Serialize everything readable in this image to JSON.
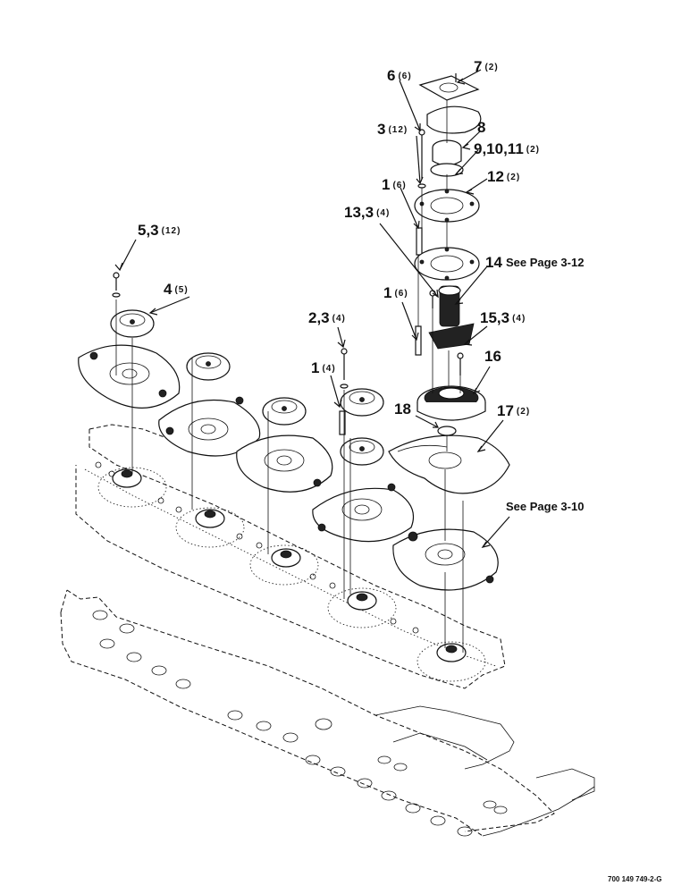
{
  "callouts": [
    {
      "num": "1",
      "qty": "(6)"
    },
    {
      "num": "1",
      "qty": "(6)"
    },
    {
      "num": "1",
      "qty": "(4)"
    },
    {
      "num": "2,3",
      "qty": "(4)"
    },
    {
      "num": "3",
      "qty": "(12)"
    },
    {
      "num": "4",
      "qty": "(5)"
    },
    {
      "num": "5,3",
      "qty": "(12)"
    },
    {
      "num": "6",
      "qty": "(6)"
    },
    {
      "num": "7",
      "qty": "(2)"
    },
    {
      "num": "8",
      "qty": ""
    },
    {
      "num": "9,10,11",
      "qty": "(2)"
    },
    {
      "num": "12",
      "qty": "(2)"
    },
    {
      "num": "13,3",
      "qty": "(4)"
    },
    {
      "num": "14",
      "qty": ""
    },
    {
      "num": "15,3",
      "qty": "(4)"
    },
    {
      "num": "16",
      "qty": ""
    },
    {
      "num": "17",
      "qty": "(2)"
    },
    {
      "num": "18",
      "qty": ""
    }
  ],
  "references": {
    "page_3_12": "See Page 3-12",
    "page_3_10": "See Page 3-10"
  },
  "document_number": "700 149 749-2-G"
}
